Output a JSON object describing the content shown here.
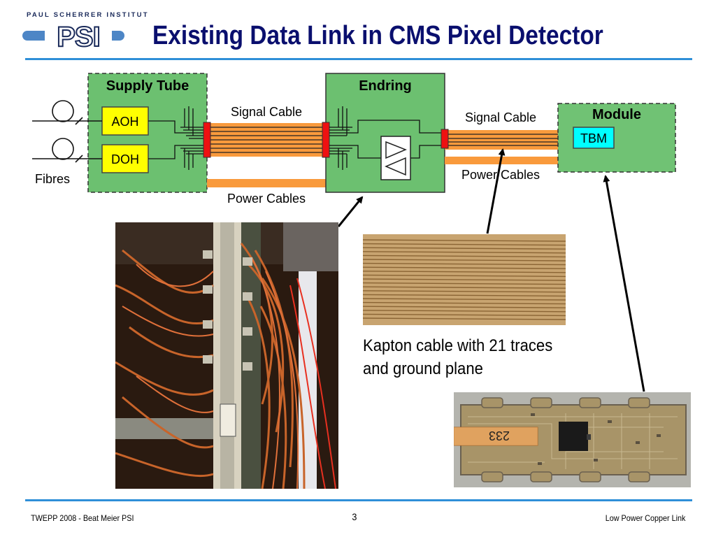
{
  "header": {
    "institute": "PAUL SCHERRER INSTITUT",
    "logo_letters": "PSI",
    "title": "Existing Data Link in CMS Pixel Detector"
  },
  "diagram": {
    "supply_tube": {
      "label": "Supply Tube",
      "aoh": "AOH",
      "doh": "DOH"
    },
    "endring": {
      "label": "Endring"
    },
    "module": {
      "label": "Module",
      "tbm": "TBM"
    },
    "labels": {
      "signal_cable_1": "Signal Cable",
      "signal_cable_2": "Signal Cable",
      "power_cables_1": "Power Cables",
      "power_cables_2": "Power Cables",
      "fibres": "Fibres"
    }
  },
  "caption": {
    "line1": "Kapton cable with 21 traces",
    "line2": "and ground plane"
  },
  "photos": {
    "module_label": "233"
  },
  "footer": {
    "left": "TWEPP 2008 - Beat Meier PSI",
    "page": "3",
    "right": "Low Power Copper Link"
  },
  "colors": {
    "box_green": "#6cc070",
    "module_fill": "#70c274",
    "aoh_yellow": "#ffff00",
    "tbm_cyan": "#00ffff",
    "cable_orange": "#f99a3c",
    "connector_red": "#ee1111",
    "title_navy": "#0a0f6e",
    "rule_blue": "#2f8fd8"
  }
}
